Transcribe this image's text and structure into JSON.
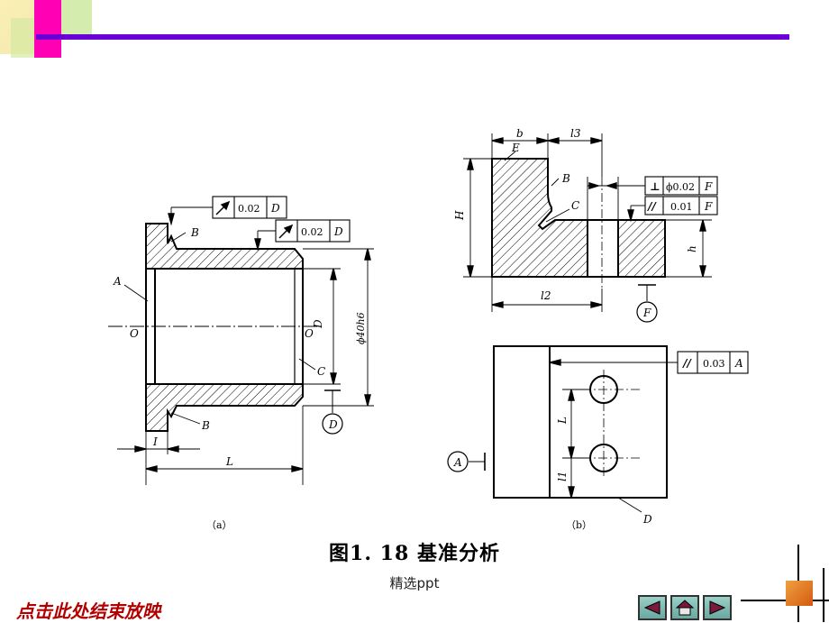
{
  "figure": {
    "caption": "图1. 18   基准分析",
    "watermark": "精选ppt",
    "sub_a": "（a）",
    "sub_b": "（b）"
  },
  "drawing_a": {
    "tol_runout_1": "0.02",
    "tol_runout_1_datum": "D",
    "tol_runout_2": "0.02",
    "tol_runout_2_datum": "D",
    "label_B_top": "B",
    "label_B_bottom": "B",
    "label_A": "A",
    "label_O_left": "O",
    "label_O_right": "O",
    "label_C": "C",
    "dim_D": "D",
    "dim_phi": "ϕ40h6",
    "datum_D": "D",
    "dim_I": "I",
    "dim_L": "L"
  },
  "drawing_b": {
    "dim_b": "b",
    "dim_l3": "l3",
    "label_E": "E",
    "label_B": "B",
    "label_C": "C",
    "dim_H": "H",
    "dim_h": "h",
    "dim_l2": "l2",
    "tol_perp_symbol": "⊥",
    "tol_perp_value": "ϕ0.02",
    "tol_perp_datum": "F",
    "tol_par_symbol": "//",
    "tol_par_value": "0.01",
    "tol_par_datum": "F",
    "datum_F": "F",
    "tol_par2_symbol": "//",
    "tol_par2_value": "0.03",
    "tol_par2_datum": "A",
    "dim_L": "L",
    "dim_l1": "l1",
    "datum_A": "A",
    "label_D": "D"
  },
  "footer": {
    "end_show": "点击此处结束放映",
    "icons": [
      "prev-arrow-icon",
      "home-icon",
      "next-arrow-icon"
    ]
  },
  "colors": {
    "title_bar": "#6b00d6",
    "accent_pink": "#ff00b4",
    "end_show_text": "#b20000"
  }
}
